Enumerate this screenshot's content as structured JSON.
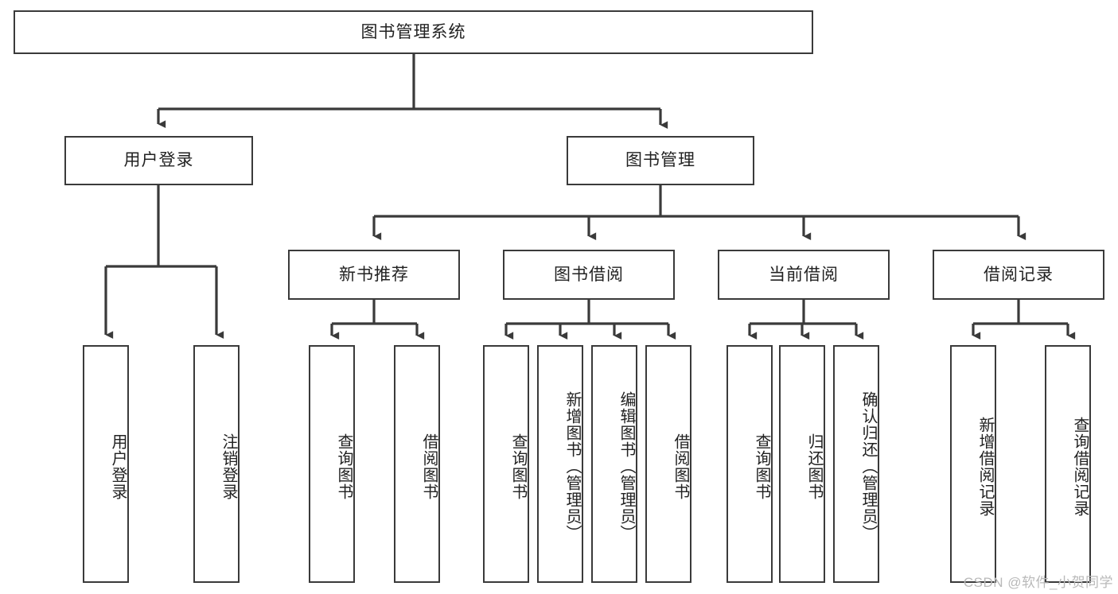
{
  "diagram": {
    "type": "tree-hierarchy",
    "title": "图书管理系统",
    "levels": 4,
    "root": {
      "label": "图书管理系统"
    },
    "level2": [
      {
        "label": "用户登录"
      },
      {
        "label": "图书管理"
      }
    ],
    "level3": [
      {
        "label": "新书推荐"
      },
      {
        "label": "图书借阅"
      },
      {
        "label": "当前借阅"
      },
      {
        "label": "借阅记录"
      }
    ],
    "leaves": {
      "user_login": [
        {
          "label": "用户登录"
        },
        {
          "label": "注销登录"
        }
      ],
      "new_book_recommend": [
        {
          "label": "查询图书"
        },
        {
          "label": "借阅图书"
        }
      ],
      "book_borrow": [
        {
          "label": "查询图书"
        },
        {
          "label": "新增图书（管理员）"
        },
        {
          "label": "编辑图书（管理员）"
        },
        {
          "label": "借阅图书"
        }
      ],
      "current_borrow": [
        {
          "label": "查询图书"
        },
        {
          "label": "归还图书"
        },
        {
          "label": "确认归还（管理员）"
        }
      ],
      "borrow_record": [
        {
          "label": "新增借阅记录"
        },
        {
          "label": "查询借阅记录"
        }
      ]
    }
  },
  "watermark": {
    "text": "CSDN @软件_小贺同学"
  },
  "colors": {
    "stroke": "#3a3a3a",
    "box_fill": "#ffffff",
    "text": "#222222",
    "watermark": "#b9b9b9",
    "background": "#ffffff"
  }
}
